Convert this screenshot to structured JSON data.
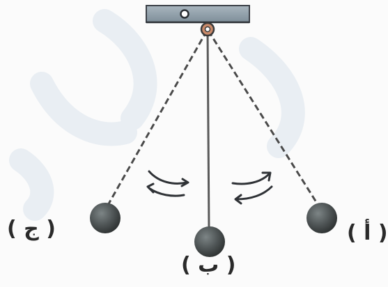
{
  "labels": {
    "position_a": "أ",
    "position_b": "ب",
    "position_c": "ج"
  },
  "colors": {
    "support": "#8e9ea9",
    "support_edge": "#3c4148",
    "string": "#4a4a4a",
    "bob": "#4f5556",
    "arrow": "#2f3236",
    "watermark": "#e7edf3"
  },
  "icons": {
    "support": "ceiling-mount-icon",
    "pivot": "pivot-ring-icon",
    "motion": "curved-arrow-icon"
  }
}
